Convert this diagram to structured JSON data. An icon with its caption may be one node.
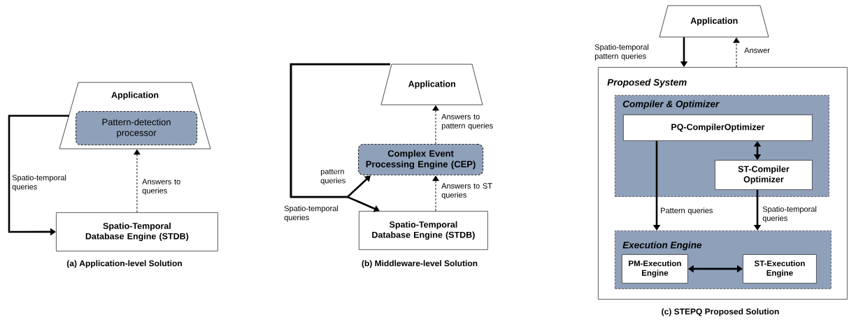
{
  "diagram": {
    "nodes": [
      {
        "text": [
          "Application"
        ]
      },
      {
        "text": [
          "Pattern-detection processor"
        ],
        "in": 0
      },
      {
        "text": [
          "Spatio-Temporal Database Engine (STDB)"
        ]
      },
      {
        "text": [
          "Application"
        ]
      },
      {
        "text": [
          "Complex Event Processing Engine (CEP)"
        ]
      },
      {
        "text": [
          "Spatio-Temporal Database Engine (STDB)"
        ]
      },
      {
        "text": [
          "Application"
        ]
      },
      {
        "text": [
          "Proposed System"
        ]
      },
      {
        "text": [
          "Compiler & Optimizer"
        ],
        "in": 7
      },
      {
        "text": [
          "PQ-CompilerOptimizer"
        ],
        "in": 8
      },
      {
        "text": [
          "ST-Compiler Optimizer"
        ],
        "in": 8
      },
      {
        "text": [
          "Execution Engine"
        ],
        "in": 7
      },
      {
        "text": [
          "PM-Execution Engine"
        ],
        "in": 11
      },
      {
        "text": [
          "ST-Execution Engine"
        ],
        "in": 11
      }
    ],
    "edges": [
      {
        "from": 2,
        "to": 0,
        "arrow": "to",
        "style": "dashed",
        "label": "Answers to queries"
      },
      {
        "from": 0,
        "to": 2,
        "arrow": "to",
        "label": "Spatio-temporal queries"
      },
      {
        "from": 4,
        "to": 3,
        "arrow": "to",
        "style": "dashed",
        "label": "Answers to pattern queries"
      },
      {
        "from": 5,
        "to": 4,
        "arrow": "to",
        "style": "dashed",
        "label": "Answers to ST queries"
      },
      {
        "from": 3,
        "to": 4,
        "arrow": "to",
        "label": "pattern queries"
      },
      {
        "from": 3,
        "to": 5,
        "arrow": "to",
        "label": "Spatio-temporal queries"
      },
      {
        "from": 6,
        "to": 7,
        "arrow": "to",
        "label": "Spatio-temporal pattern queries"
      },
      {
        "from": 7,
        "to": 6,
        "arrow": "to",
        "style": "dashed",
        "label": "Answer"
      },
      {
        "from": 9,
        "to": 11,
        "arrow": "to",
        "label": "Pattern queries"
      },
      {
        "from": 10,
        "to": 11,
        "arrow": "to",
        "label": "Spatio-temporal queries"
      },
      {
        "from": 9,
        "to": 10,
        "arrow": "both"
      },
      {
        "from": 12,
        "to": 13,
        "arrow": "both"
      }
    ],
    "labels": [
      "(a) Application-level Solution",
      "(b) Middleware-level Solution",
      "(c) STEPQ Proposed Solution"
    ]
  }
}
